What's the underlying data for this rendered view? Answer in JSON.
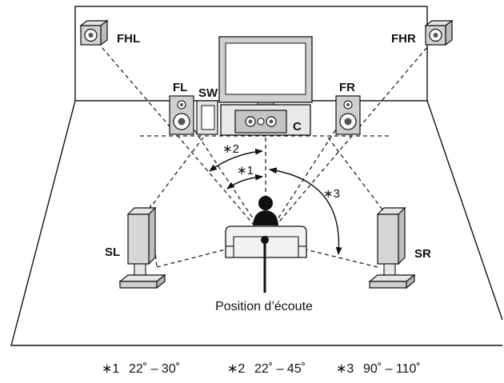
{
  "speakers": {
    "fhl": "FHL",
    "fhr": "FHR",
    "fl": "FL",
    "sw": "SW",
    "fr": "FR",
    "c": "C",
    "sl": "SL",
    "sr": "SR"
  },
  "angles": {
    "a1_mark": "∗1",
    "a2_mark": "∗2",
    "a3_mark": "∗3"
  },
  "listening_position": "Position d’écoute",
  "footnotes": [
    {
      "mark": "∗1",
      "range": "22˚ – 30˚"
    },
    {
      "mark": "∗2",
      "range": "22˚ – 45˚"
    },
    {
      "mark": "∗3",
      "range": "90˚ – 110˚"
    }
  ]
}
